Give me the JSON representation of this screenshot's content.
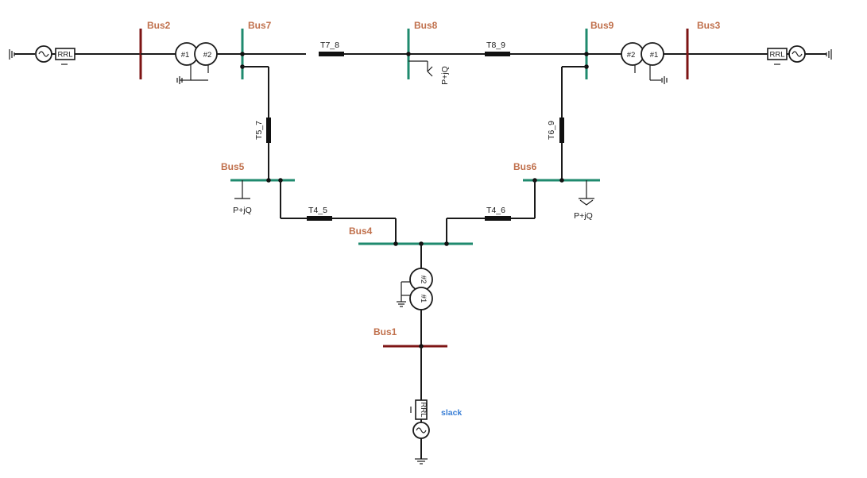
{
  "buses": {
    "bus1": "Bus1",
    "bus2": "Bus2",
    "bus3": "Bus3",
    "bus4": "Bus4",
    "bus5": "Bus5",
    "bus6": "Bus6",
    "bus7": "Bus7",
    "bus8": "Bus8",
    "bus9": "Bus9"
  },
  "lines": {
    "t7_8": "T7_8",
    "t8_9": "T8_9",
    "t5_7": "T5_7",
    "t6_9": "T6_9",
    "t4_5": "T4_5",
    "t4_6": "T4_6"
  },
  "loads": {
    "load5": "P+jQ",
    "load6": "P+jQ",
    "load8": "P+jQ"
  },
  "transformer_windings": {
    "w1": "#1",
    "w2": "#2"
  },
  "source_impedance": "RRL",
  "slack_label": "slack",
  "colors": {
    "hv_bus": "#1f8a6e",
    "gen_bus": "#7d1414",
    "bus_label": "#c0704c",
    "slack_label": "#3a7fd6"
  }
}
